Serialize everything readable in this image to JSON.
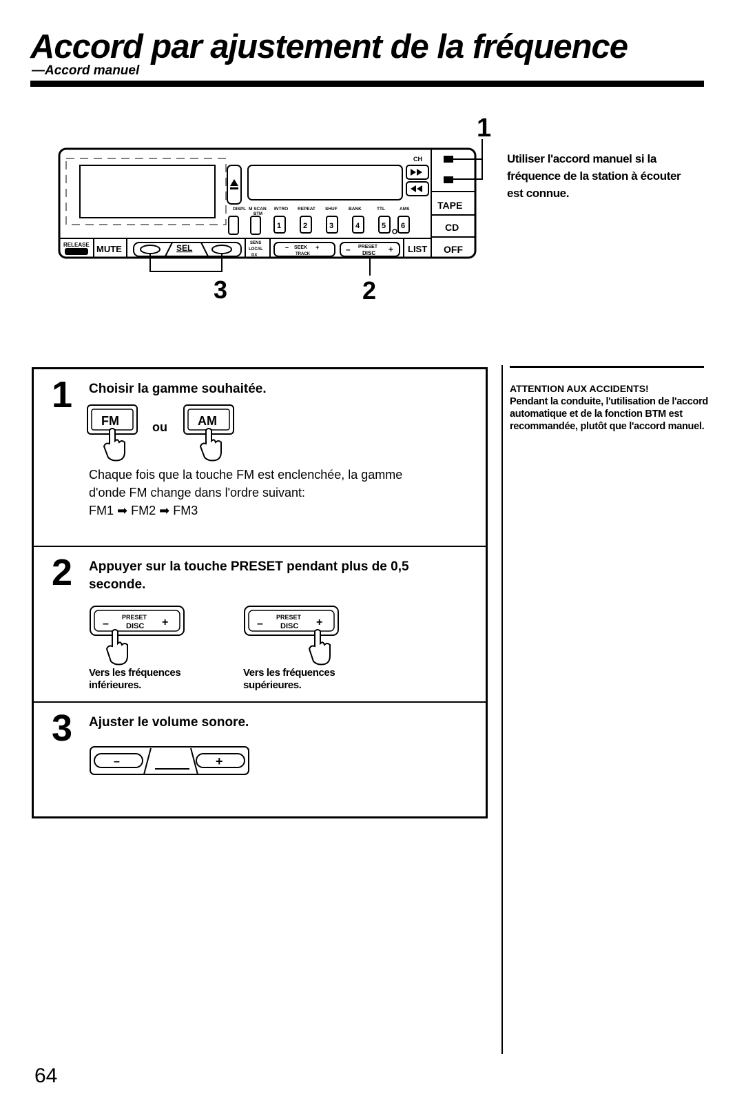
{
  "header": {
    "title": "Accord par ajustement de la fréquence",
    "subtitle": "—Accord manuel"
  },
  "device": {
    "callouts": {
      "one": "1",
      "two": "2",
      "three": "3"
    },
    "labels": {
      "release": "RELEASE",
      "mute": "MUTE",
      "sel": "SEL",
      "seek_minus": "–",
      "seek": "SEEK",
      "seek_plus": "+",
      "track": "TRACK",
      "preset_minus": "–",
      "preset": "PRESET",
      "preset_plus": "+",
      "disc": "DISC",
      "list": "LIST",
      "tape": "TAPE",
      "cd": "CD",
      "off": "OFF",
      "ch": "CH",
      "disp": "DISPL",
      "scan": "M SCAN",
      "btm": "BTM",
      "intro": "INTRO",
      "repeat": "REPEAT",
      "shuf": "SHUF",
      "bank": "BANK",
      "ttl": "TTL",
      "ams": "AMS",
      "presets": [
        "1",
        "2",
        "3",
        "4",
        "5",
        "6"
      ],
      "sens": "SENS",
      "local": "LOCAL",
      "dx": "DX"
    }
  },
  "intro": {
    "text": "Utiliser l'accord manuel si la fréquence de la station à écouter est connue."
  },
  "steps": [
    {
      "number": "1",
      "heading": "Choisir la gamme souhaitée.",
      "button_a": "FM",
      "connector": "ou",
      "button_b": "AM",
      "text": "Chaque fois que la touche FM est enclenchée, la gamme d'onde FM change dans l'ordre suivant:",
      "sequence": {
        "a": "FM1",
        "b": "FM2",
        "c": "FM3",
        "arrow": "➡"
      }
    },
    {
      "number": "2",
      "heading": "Appuyer sur la touche PRESET pendant plus de 0,5 seconde.",
      "preset_label": "PRESET",
      "disc_label": "DISC",
      "minus": "–",
      "plus": "+",
      "caption_left": "Vers les fréquences inférieures.",
      "caption_right": "Vers les fréquences supérieures."
    },
    {
      "number": "3",
      "heading": "Ajuster le volume sonore.",
      "minus": "–",
      "plus": "+"
    }
  ],
  "sidebar": {
    "heading": "ATTENTION AUX ACCIDENTS!",
    "text": "Pendant la conduite, l'utilisation de l'accord automatique et de la fonction BTM est recommandée, plutôt que l'accord manuel."
  },
  "footer": {
    "page_number": "64"
  }
}
